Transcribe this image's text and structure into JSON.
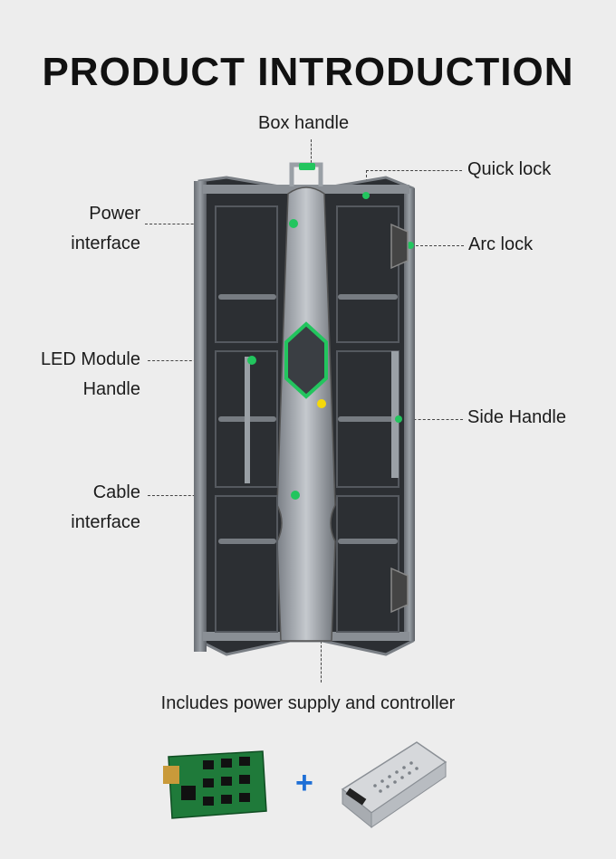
{
  "title": "PRODUCT INTRODUCTION",
  "labels": {
    "box_handle": "Box handle",
    "quick_lock": "Quick lock",
    "power_interface_1": "Power",
    "power_interface_2": "interface",
    "arc_lock": "Arc lock",
    "led_module_handle_1": "LED Module",
    "led_module_handle_2": "Handle",
    "side_handle": "Side Handle",
    "cable_interface_1": "Cable",
    "cable_interface_2": "interface"
  },
  "caption": "Includes power supply and controller",
  "plus_sign": "+",
  "colors": {
    "background": "#ededed",
    "marker_green": "#22c55e",
    "marker_yellow": "#f5d90a",
    "plus_blue": "#1e6fd6"
  },
  "icons": [
    "led-cabinet-image",
    "receiving-card-image",
    "power-supply-image"
  ]
}
